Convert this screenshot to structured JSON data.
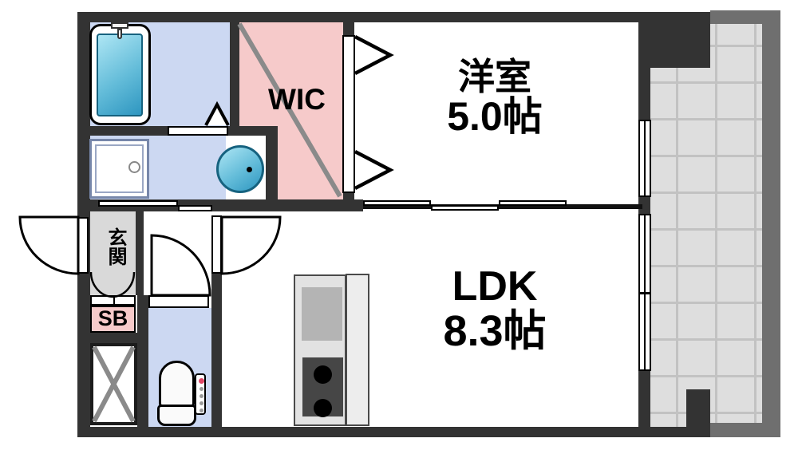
{
  "rooms": {
    "western": {
      "label": "洋室",
      "size": "5.0帖"
    },
    "ldk": {
      "label": "LDK",
      "size": "8.3帖"
    },
    "wic": {
      "label": "WIC"
    },
    "entrance": {
      "label": "玄関"
    },
    "shoebox": {
      "label": "SB"
    }
  },
  "colors": {
    "wall": "#333333",
    "wet_room_blue": "#ccd8f2",
    "closet_pink": "#f6caca",
    "entrance_gray": "#d9d9d9",
    "balcony_tile": "#dedede",
    "balcony_grid": "#c2c2c2",
    "balcony_wall": "#6f6f6f",
    "tub_blue_light": "#a8e4f2",
    "tub_blue_dark": "#2e96c0",
    "stove_dark": "#464646"
  }
}
